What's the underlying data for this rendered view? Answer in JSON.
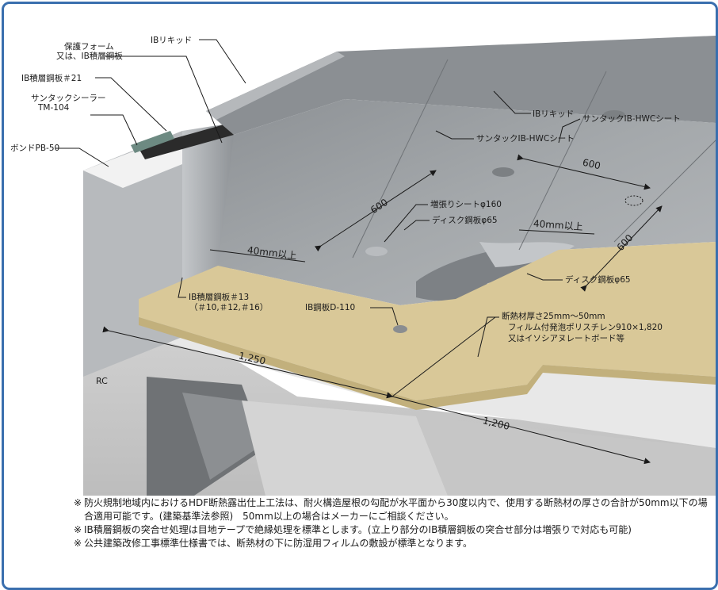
{
  "labels": {
    "hogo_foam": "保護フォーム",
    "hogo_foam_alt": "又は、IB積層鋼板",
    "ib_liquid_top": "IBリキッド",
    "ib_sekisou_21": "IB積層鋼板＃21",
    "suntack_sealer": "サンタックシーラー",
    "tm104": "TM-104",
    "bond_pb50": "ボンドPB-50",
    "ib_liquid_mid": "IBリキッド",
    "hwc_sheet_right": "サンタックIB-HWCシート",
    "hwc_sheet_center": "サンタックIB-HWCシート",
    "mashibari_sheet": "増張りシートφ160",
    "disk_upper": "ディスク鋼板φ65",
    "disk_lower": "ディスク鋼板φ65",
    "ib_sekisou_13": "IB積層鋼板＃13",
    "ib_sekisou_13_sub": "（＃10,＃12,＃16）",
    "ib_d110": "IB鋼板D-110",
    "insulation_1": "断熱材厚さ25mm～50mm",
    "insulation_2": "フィルム付発泡ポリスチレン910×1,820",
    "insulation_3": "又はイソシアヌレートボード等",
    "rc": "RC"
  },
  "dimensions": {
    "d600_left": "600",
    "d600_top": "600",
    "d600_right": "600",
    "d40_left": "40mm以上",
    "d40_right": "40mm以上",
    "d1250": "1,250",
    "d1200": "1,200"
  },
  "notes": [
    {
      "mark": "※",
      "text": "防火規制地域内におけるHDF断熱露出仕上工法は、耐火構造屋根の勾配が水平面から30度以内で、使用する断熱材の厚さの合計が50mm以下の場合適用可能です。(建築基準法参照)　50mm以上の場合はメーカーにご相談ください。"
    },
    {
      "mark": "※",
      "text": "IB積層鋼板の突合せ処理は目地テープで絶縁処理を標準とします。(立上り部分のIB積層鋼板の突合せ部分は増張りで対応も可能)"
    },
    {
      "mark": "※",
      "text": "公共建築改修工事標準仕様書では、断熱材の下に防湿用フィルムの敷設が標準となります。"
    }
  ],
  "colors": {
    "frame": "#3a6fae",
    "membrane": "#9ea1a4",
    "insulation": "#d9c898",
    "concrete": "#c9c9c9"
  }
}
